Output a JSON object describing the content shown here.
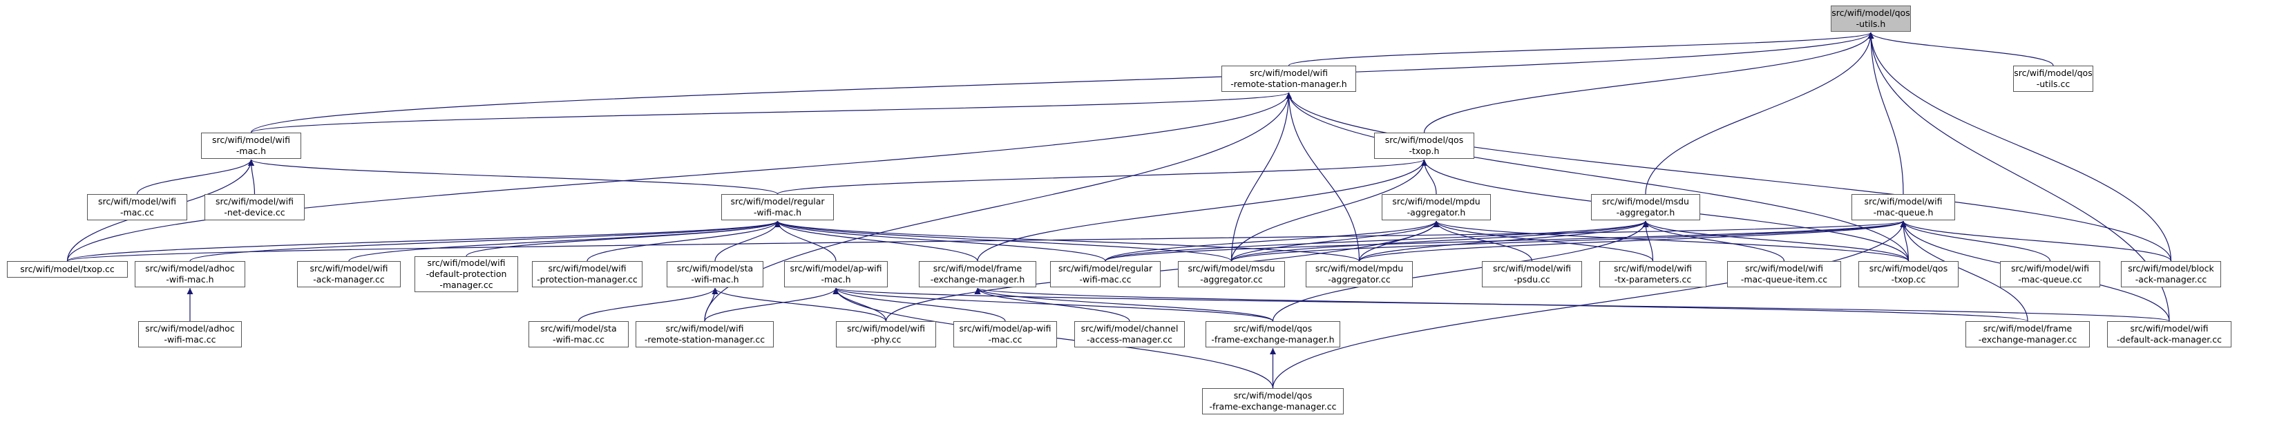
{
  "nodes": [
    {
      "id": "qos_utils_h",
      "label": "src/wifi/model/qos\n-utils.h",
      "root": true
    },
    {
      "id": "rsm_h",
      "label": "src/wifi/model/wifi\n-remote-station-manager.h"
    },
    {
      "id": "qos_utils_cc",
      "label": "src/wifi/model/qos\n-utils.cc"
    },
    {
      "id": "wifi_mac_h",
      "label": "src/wifi/model/wifi\n-mac.h"
    },
    {
      "id": "qos_txop_h",
      "label": "src/wifi/model/qos\n-txop.h"
    },
    {
      "id": "wifi_mac_cc",
      "label": "src/wifi/model/wifi\n-mac.cc"
    },
    {
      "id": "net_device_cc",
      "label": "src/wifi/model/wifi\n-net-device.cc"
    },
    {
      "id": "regular_mac_h",
      "label": "src/wifi/model/regular\n-wifi-mac.h"
    },
    {
      "id": "mpdu_agg_h",
      "label": "src/wifi/model/mpdu\n-aggregator.h"
    },
    {
      "id": "msdu_agg_h",
      "label": "src/wifi/model/msdu\n-aggregator.h"
    },
    {
      "id": "mac_queue_h",
      "label": "src/wifi/model/wifi\n-mac-queue.h"
    },
    {
      "id": "txop_cc",
      "label": "src/wifi/model/txop.cc"
    },
    {
      "id": "adhoc_h",
      "label": "src/wifi/model/adhoc\n-wifi-mac.h"
    },
    {
      "id": "ack_mgr_cc",
      "label": "src/wifi/model/wifi\n-ack-manager.cc"
    },
    {
      "id": "def_prot_cc",
      "label": "src/wifi/model/wifi\n-default-protection\n-manager.cc"
    },
    {
      "id": "prot_mgr_cc",
      "label": "src/wifi/model/wifi\n-protection-manager.cc"
    },
    {
      "id": "sta_h",
      "label": "src/wifi/model/sta\n-wifi-mac.h"
    },
    {
      "id": "ap_h",
      "label": "src/wifi/model/ap-wifi\n-mac.h"
    },
    {
      "id": "fem_h",
      "label": "src/wifi/model/frame\n-exchange-manager.h"
    },
    {
      "id": "regular_mac_cc",
      "label": "src/wifi/model/regular\n-wifi-mac.cc"
    },
    {
      "id": "msdu_agg_cc",
      "label": "src/wifi/model/msdu\n-aggregator.cc"
    },
    {
      "id": "mpdu_agg_cc",
      "label": "src/wifi/model/mpdu\n-aggregator.cc"
    },
    {
      "id": "psdu_cc",
      "label": "src/wifi/model/wifi\n-psdu.cc"
    },
    {
      "id": "tx_params_cc",
      "label": "src/wifi/model/wifi\n-tx-parameters.cc"
    },
    {
      "id": "mqi_cc",
      "label": "src/wifi/model/wifi\n-mac-queue-item.cc"
    },
    {
      "id": "qos_txop_cc",
      "label": "src/wifi/model/qos\n-txop.cc"
    },
    {
      "id": "mac_queue_cc",
      "label": "src/wifi/model/wifi\n-mac-queue.cc"
    },
    {
      "id": "block_ack_cc",
      "label": "src/wifi/model/block\n-ack-manager.cc"
    },
    {
      "id": "adhoc_cc",
      "label": "src/wifi/model/adhoc\n-wifi-mac.cc"
    },
    {
      "id": "sta_cc",
      "label": "src/wifi/model/sta\n-wifi-mac.cc"
    },
    {
      "id": "rsm_cc",
      "label": "src/wifi/model/wifi\n-remote-station-manager.cc"
    },
    {
      "id": "phy_cc",
      "label": "src/wifi/model/wifi\n-phy.cc"
    },
    {
      "id": "ap_cc",
      "label": "src/wifi/model/ap-wifi\n-mac.cc"
    },
    {
      "id": "chan_acc_cc",
      "label": "src/wifi/model/channel\n-access-manager.cc"
    },
    {
      "id": "qfem_h",
      "label": "src/wifi/model/qos\n-frame-exchange-manager.h"
    },
    {
      "id": "fem_cc",
      "label": "src/wifi/model/frame\n-exchange-manager.cc"
    },
    {
      "id": "def_ack_cc",
      "label": "src/wifi/model/wifi\n-default-ack-manager.cc"
    },
    {
      "id": "qfem_cc",
      "label": "src/wifi/model/qos\n-frame-exchange-manager.cc"
    }
  ],
  "edges": [
    {
      "from": "rsm_h",
      "to": "qos_utils_h"
    },
    {
      "from": "qos_utils_cc",
      "to": "qos_utils_h"
    },
    {
      "from": "wifi_mac_h",
      "to": "qos_utils_h"
    },
    {
      "from": "qos_txop_h",
      "to": "qos_utils_h"
    },
    {
      "from": "msdu_agg_h",
      "to": "qos_utils_h"
    },
    {
      "from": "mac_queue_h",
      "to": "qos_utils_h"
    },
    {
      "from": "block_ack_cc",
      "to": "qos_utils_h"
    },
    {
      "from": "def_ack_cc",
      "to": "qos_utils_h"
    },
    {
      "from": "wifi_mac_h",
      "to": "rsm_h"
    },
    {
      "from": "txop_cc",
      "to": "rsm_h"
    },
    {
      "from": "msdu_agg_cc",
      "to": "rsm_h"
    },
    {
      "from": "mpdu_agg_cc",
      "to": "rsm_h"
    },
    {
      "from": "qos_txop_cc",
      "to": "rsm_h"
    },
    {
      "from": "rsm_cc",
      "to": "rsm_h"
    },
    {
      "from": "block_ack_cc",
      "to": "rsm_h"
    },
    {
      "from": "wifi_mac_cc",
      "to": "wifi_mac_h"
    },
    {
      "from": "net_device_cc",
      "to": "wifi_mac_h"
    },
    {
      "from": "txop_cc",
      "to": "wifi_mac_h"
    },
    {
      "from": "regular_mac_h",
      "to": "wifi_mac_h"
    },
    {
      "from": "regular_mac_h",
      "to": "qos_txop_h"
    },
    {
      "from": "mpdu_agg_h",
      "to": "qos_txop_h"
    },
    {
      "from": "fem_h",
      "to": "qos_txop_h"
    },
    {
      "from": "msdu_agg_cc",
      "to": "qos_txop_h"
    },
    {
      "from": "qos_txop_cc",
      "to": "qos_txop_h"
    },
    {
      "from": "txop_cc",
      "to": "regular_mac_h"
    },
    {
      "from": "adhoc_h",
      "to": "regular_mac_h"
    },
    {
      "from": "ack_mgr_cc",
      "to": "regular_mac_h"
    },
    {
      "from": "def_prot_cc",
      "to": "regular_mac_h"
    },
    {
      "from": "prot_mgr_cc",
      "to": "regular_mac_h"
    },
    {
      "from": "sta_h",
      "to": "regular_mac_h"
    },
    {
      "from": "ap_h",
      "to": "regular_mac_h"
    },
    {
      "from": "fem_h",
      "to": "regular_mac_h"
    },
    {
      "from": "regular_mac_cc",
      "to": "regular_mac_h"
    },
    {
      "from": "msdu_agg_cc",
      "to": "regular_mac_h"
    },
    {
      "from": "mpdu_agg_cc",
      "to": "regular_mac_h"
    },
    {
      "from": "regular_mac_cc",
      "to": "mpdu_agg_h"
    },
    {
      "from": "msdu_agg_cc",
      "to": "mpdu_agg_h"
    },
    {
      "from": "mpdu_agg_cc",
      "to": "mpdu_agg_h"
    },
    {
      "from": "psdu_cc",
      "to": "mpdu_agg_h"
    },
    {
      "from": "tx_params_cc",
      "to": "mpdu_agg_h"
    },
    {
      "from": "qos_txop_cc",
      "to": "mpdu_agg_h"
    },
    {
      "from": "phy_cc",
      "to": "mpdu_agg_h"
    },
    {
      "from": "regular_mac_cc",
      "to": "msdu_agg_h"
    },
    {
      "from": "msdu_agg_cc",
      "to": "msdu_agg_h"
    },
    {
      "from": "mpdu_agg_cc",
      "to": "msdu_agg_h"
    },
    {
      "from": "tx_params_cc",
      "to": "msdu_agg_h"
    },
    {
      "from": "mqi_cc",
      "to": "msdu_agg_h"
    },
    {
      "from": "qos_txop_cc",
      "to": "msdu_agg_h"
    },
    {
      "from": "qfem_h",
      "to": "msdu_agg_h"
    },
    {
      "from": "txop_cc",
      "to": "mac_queue_h"
    },
    {
      "from": "regular_mac_cc",
      "to": "mac_queue_h"
    },
    {
      "from": "msdu_agg_cc",
      "to": "mac_queue_h"
    },
    {
      "from": "mpdu_agg_cc",
      "to": "mac_queue_h"
    },
    {
      "from": "qos_txop_cc",
      "to": "mac_queue_h"
    },
    {
      "from": "mac_queue_cc",
      "to": "mac_queue_h"
    },
    {
      "from": "block_ack_cc",
      "to": "mac_queue_h"
    },
    {
      "from": "fem_cc",
      "to": "mac_queue_h"
    },
    {
      "from": "def_ack_cc",
      "to": "mac_queue_h"
    },
    {
      "from": "qfem_cc",
      "to": "mac_queue_h"
    },
    {
      "from": "adhoc_cc",
      "to": "adhoc_h"
    },
    {
      "from": "sta_cc",
      "to": "sta_h"
    },
    {
      "from": "rsm_cc",
      "to": "sta_h"
    },
    {
      "from": "phy_cc",
      "to": "sta_h"
    },
    {
      "from": "rsm_cc",
      "to": "ap_h"
    },
    {
      "from": "phy_cc",
      "to": "ap_h"
    },
    {
      "from": "ap_cc",
      "to": "ap_h"
    },
    {
      "from": "qfem_h",
      "to": "ap_h"
    },
    {
      "from": "qfem_cc",
      "to": "ap_h"
    },
    {
      "from": "def_ack_cc",
      "to": "ap_h"
    },
    {
      "from": "chan_acc_cc",
      "to": "fem_h"
    },
    {
      "from": "qfem_h",
      "to": "fem_h"
    },
    {
      "from": "fem_cc",
      "to": "fem_h"
    },
    {
      "from": "qfem_cc",
      "to": "qfem_h"
    }
  ]
}
